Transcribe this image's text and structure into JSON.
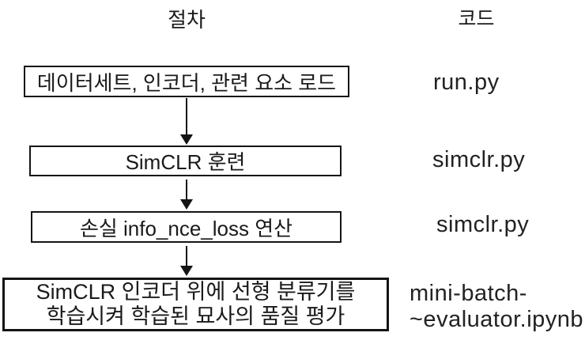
{
  "headers": {
    "procedure": "절차",
    "code": "코드"
  },
  "steps": {
    "step1": {
      "label": "데이터세트, 인코더, 관련 요소 로드",
      "code": "run.py"
    },
    "step2": {
      "label": "SimCLR 훈련",
      "code": "simclr.py"
    },
    "step3": {
      "label": "손실 info_nce_loss 연산",
      "code": "simclr.py"
    },
    "step4": {
      "label_line1": "SimCLR 인코더 위에 선형 분류기를",
      "label_line2": "학습시켜 학습된 묘사의 품질 평가",
      "code_line1": "mini-batch-",
      "code_line2": "~evaluator.ipynb"
    }
  },
  "colors": {
    "background": "#ffffff",
    "border": "#141414",
    "text": "#1a1a1a"
  }
}
